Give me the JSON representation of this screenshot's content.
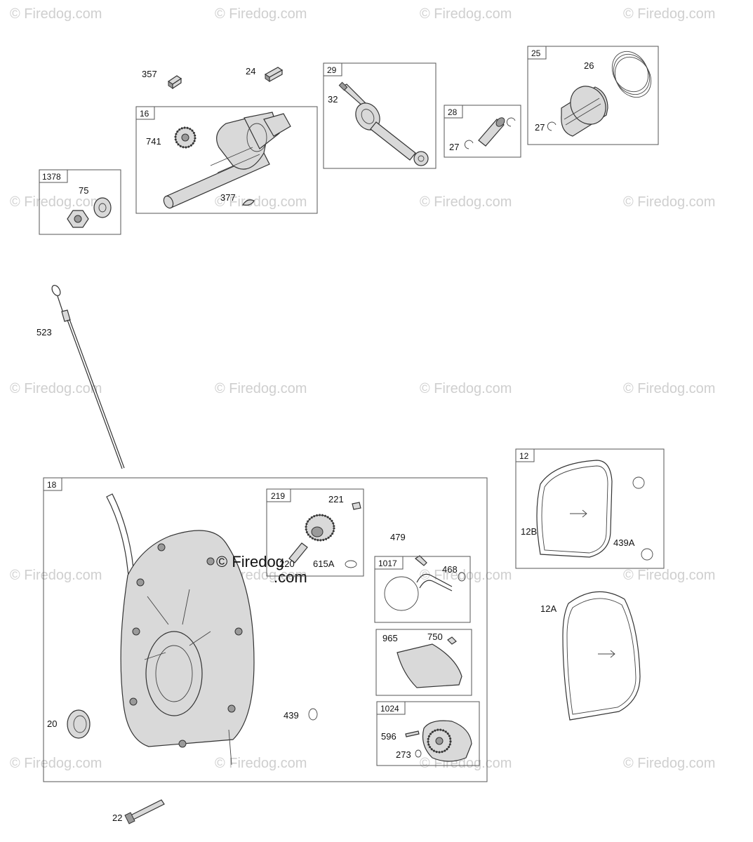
{
  "watermark": "© Firedog.com",
  "center_watermark": {
    "line1": "© Firedog",
    "line2": ".com"
  },
  "boxes": {
    "b1378": "1378",
    "b16": "16",
    "b29": "29",
    "b28": "28",
    "b25": "25",
    "b18": "18",
    "b219": "219",
    "b1017": "1017",
    "b1024": "1024",
    "b12": "12"
  },
  "labels": {
    "p357": "357",
    "p24": "24",
    "p741": "741",
    "p377": "377",
    "p75": "75",
    "p32": "32",
    "p27a": "27",
    "p26": "26",
    "p27b": "27",
    "p523": "523",
    "p221": "221",
    "p220": "220",
    "p615a": "615A",
    "p479": "479",
    "p468": "468",
    "p965": "965",
    "p750": "750",
    "p596": "596",
    "p273": "273",
    "p439": "439",
    "p20": "20",
    "p22": "22",
    "p12b": "12B",
    "p439a": "439A",
    "p12a": "12A"
  }
}
